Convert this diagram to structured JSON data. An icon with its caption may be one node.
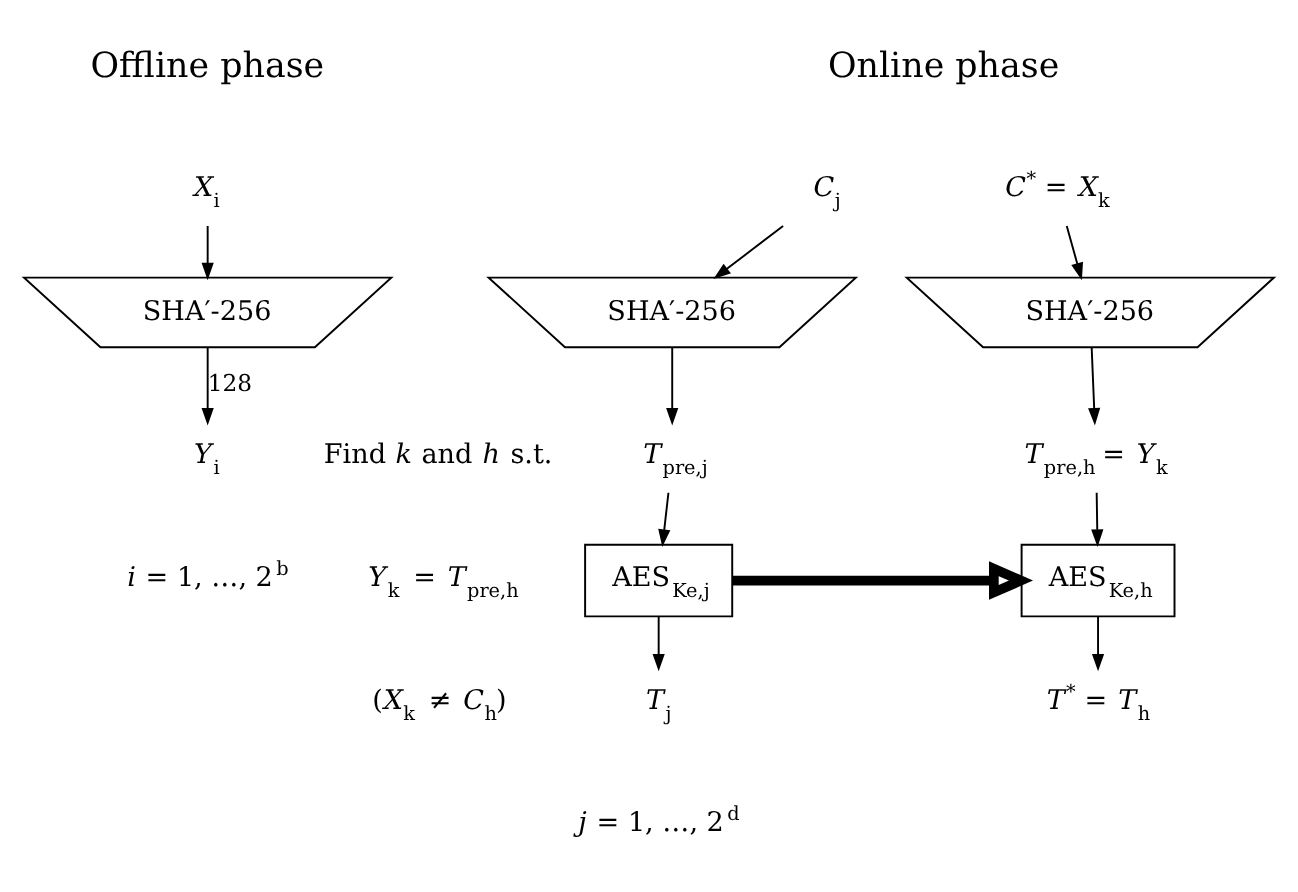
{
  "diagram": {
    "nodes": [
      {
        "text": [
          "*X*$_{i}$"
        ]
      },
      {
        "text": [
          "SHA′-256"
        ]
      },
      {
        "text": [
          "*Y*$_{i}$"
        ]
      },
      {
        "text": [
          "*C*$_{j}$"
        ]
      },
      {
        "text": [
          "SHA′-256"
        ]
      },
      {
        "text": [
          "*T*$_{pre,j}$"
        ]
      },
      {
        "text": [
          "AES$_{Ke,j}$"
        ]
      },
      {
        "text": [
          "*T*$_{j}$"
        ]
      },
      {
        "text": [
          "*C*$^{*}$ = *X*$_{k}$"
        ]
      },
      {
        "text": [
          "SHA′-256"
        ]
      },
      {
        "text": [
          "*T*$_{pre,h}$ = *Y*$_{k}$"
        ]
      },
      {
        "text": [
          "AES$_{Ke,h}$"
        ]
      },
      {
        "text": [
          "*T*$^{*}$ = *T*$_{h}$"
        ]
      }
    ],
    "edges": [
      {
        "from": 0,
        "to": 1,
        "arrow": "to"
      },
      {
        "from": 1,
        "to": 2,
        "arrow": "to",
        "label": "128"
      },
      {
        "from": 3,
        "to": 4,
        "arrow": "to"
      },
      {
        "from": 4,
        "to": 5,
        "arrow": "to"
      },
      {
        "from": 5,
        "to": 6,
        "arrow": "to"
      },
      {
        "from": 6,
        "to": 7,
        "arrow": "to"
      },
      {
        "from": 8,
        "to": 9,
        "arrow": "to"
      },
      {
        "from": 9,
        "to": 10,
        "arrow": "to"
      },
      {
        "from": 10,
        "to": 11,
        "arrow": "to"
      },
      {
        "from": 11,
        "to": 12,
        "arrow": "to"
      },
      {
        "from": 6,
        "to": 11,
        "arrow": "to",
        "style": "thick"
      }
    ],
    "labels": [
      "Offline phase",
      "Online phase",
      "*i* = 1, …, 2$^{b}$",
      "Find *k* and *h* s.t.",
      "*Y*$_{k}$ = *T*$_{pre,h}$",
      "(*X*$_{k}$ ≠ *C*$_{h}$)",
      "*j* = 1, …, 2$^{d}$"
    ]
  }
}
